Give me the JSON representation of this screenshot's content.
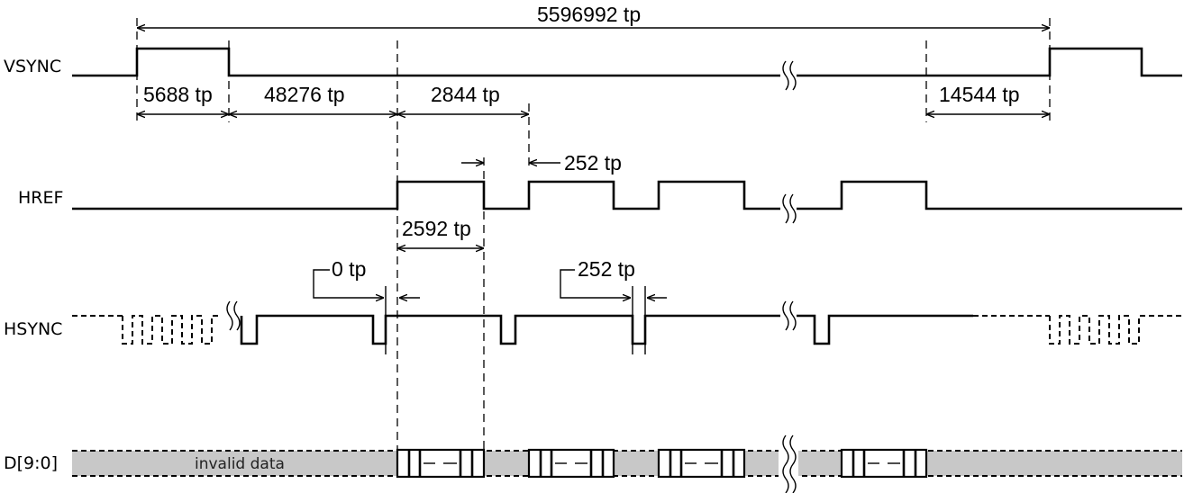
{
  "signals": {
    "vsync": "VSYNC",
    "href": "HREF",
    "hsync": "HSYNC",
    "data": "D[9:0]"
  },
  "measurements": {
    "frame_period": "5596992 tp",
    "vsync_pulse": "5688 tp",
    "vsync_to_href": "48276 tp",
    "line_period": "2844 tp",
    "last_href_to_vsync": "14544 tp",
    "href_blank": "252 tp",
    "href_active": "2592 tp",
    "hsync_offset": "0 tp",
    "hsync_to_href": "252 tp"
  },
  "data_bus": {
    "invalid_label": "invalid data"
  },
  "colors": {
    "invalid_fill": "#c8c8c8",
    "line": "#000000"
  }
}
